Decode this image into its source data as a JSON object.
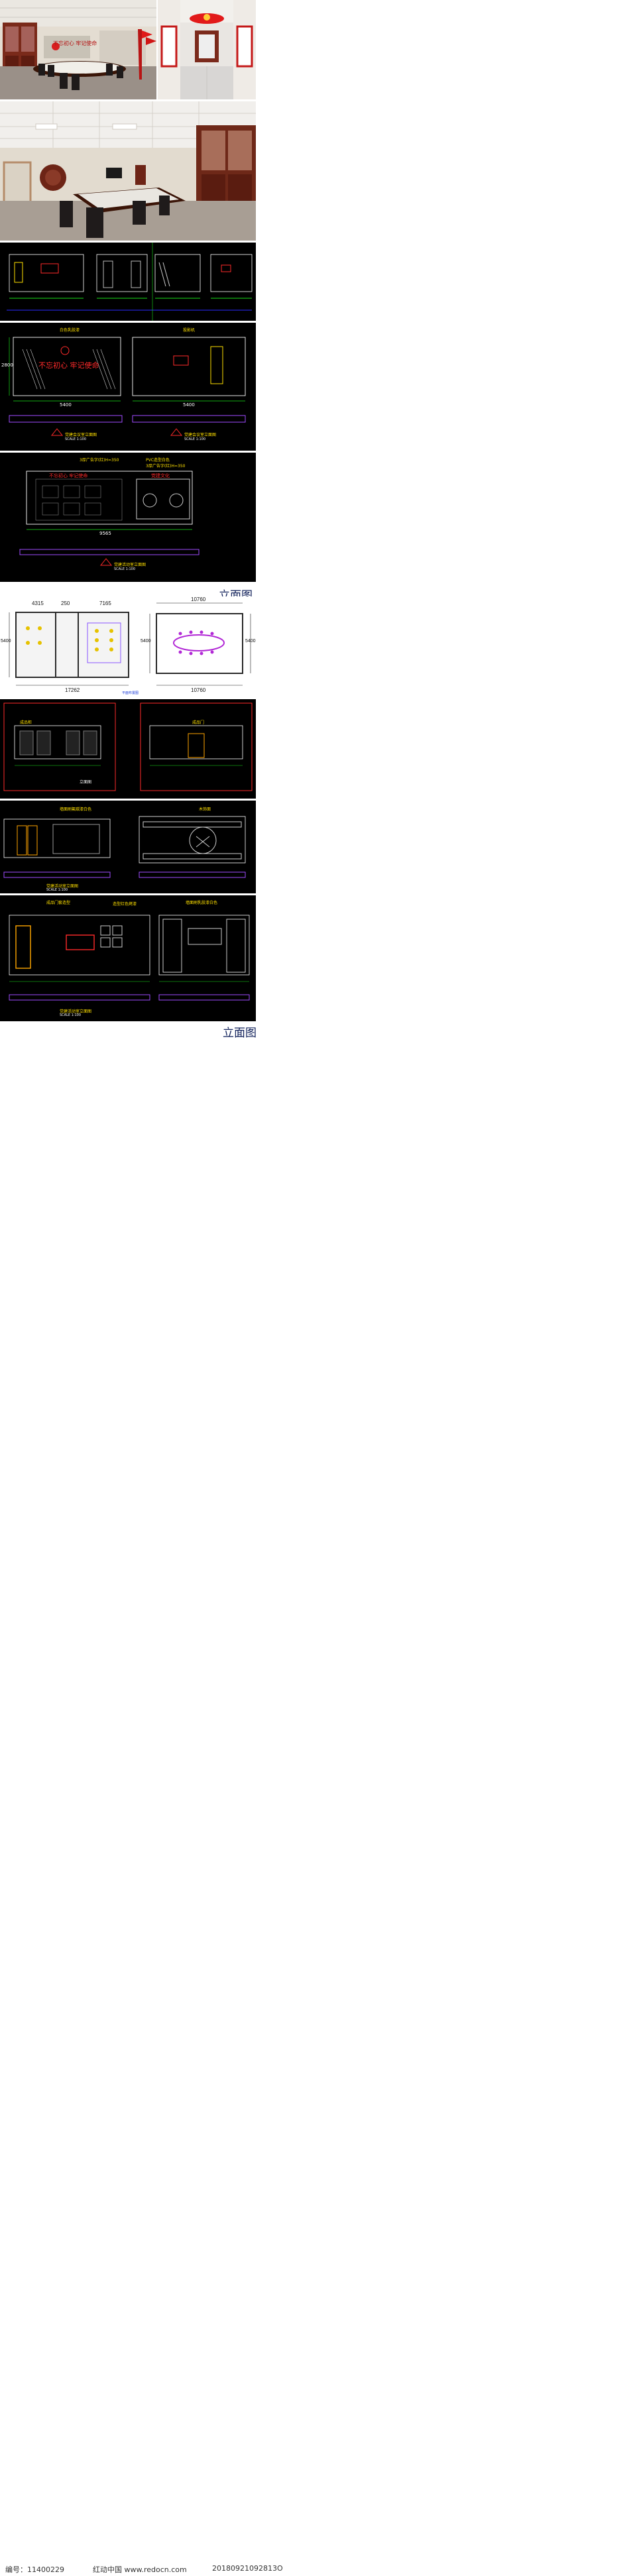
{
  "texts": {
    "slogan_top": "不忘初心 牢记使命",
    "slogan_cad": "不忘初心 牢记使命",
    "slogan_wall2": "不忘初心 牢记使命",
    "slogan_wall3": "党建文化",
    "dim_width_1": "5400",
    "dim_width_2": "5400",
    "dim_width_3": "9565",
    "dim_height": "2800",
    "plan_w1": "17262",
    "plan_w2": "10760",
    "plan_w3": "10760",
    "plan_h1": "5400",
    "plan_h2": "5400",
    "plan_h3": "5400",
    "dim_top_1": "4315",
    "dim_top_2": "250",
    "dim_top_3": "7165",
    "sec_label_1": "党建会议室立面图",
    "sec_label_2": "党建会议室立面图",
    "sec_label_3": "党建活动室立面图",
    "sec_label_4": "党建活动室立面图",
    "sec_label_5": "党建活动室立面图",
    "scale_1": "SCALE 1:100",
    "scale_2": "SCALE 1:100",
    "scale_3": "SCALE 1:100",
    "scale_4": "SCALE 1:100",
    "scale_5": "SCALE 1:100",
    "elevation_title": "立面图",
    "elevation_title_2": "立面图",
    "note_a": "白色乳胶漆",
    "note_b": "3厚广告字(红)H=350",
    "note_c": "墙面刷氟碳漆白色",
    "note_d": "成品柜",
    "note_e": "投影机",
    "note_f": "木饰面",
    "note_g": "PVC造型白色",
    "note_h": "3厚广告字(红)H=350",
    "note_i": "成品门套造型",
    "note_j": "造型红色烤漆",
    "note_k": "墙面刷乳胶漆白色",
    "note_l": "成品门",
    "note_m": "立面图",
    "plan_tag": "平面布置图"
  },
  "footer": {
    "id_label": "编号：11400229",
    "site": "红动中国 www.redocn.com",
    "date": "20180921092813O"
  }
}
